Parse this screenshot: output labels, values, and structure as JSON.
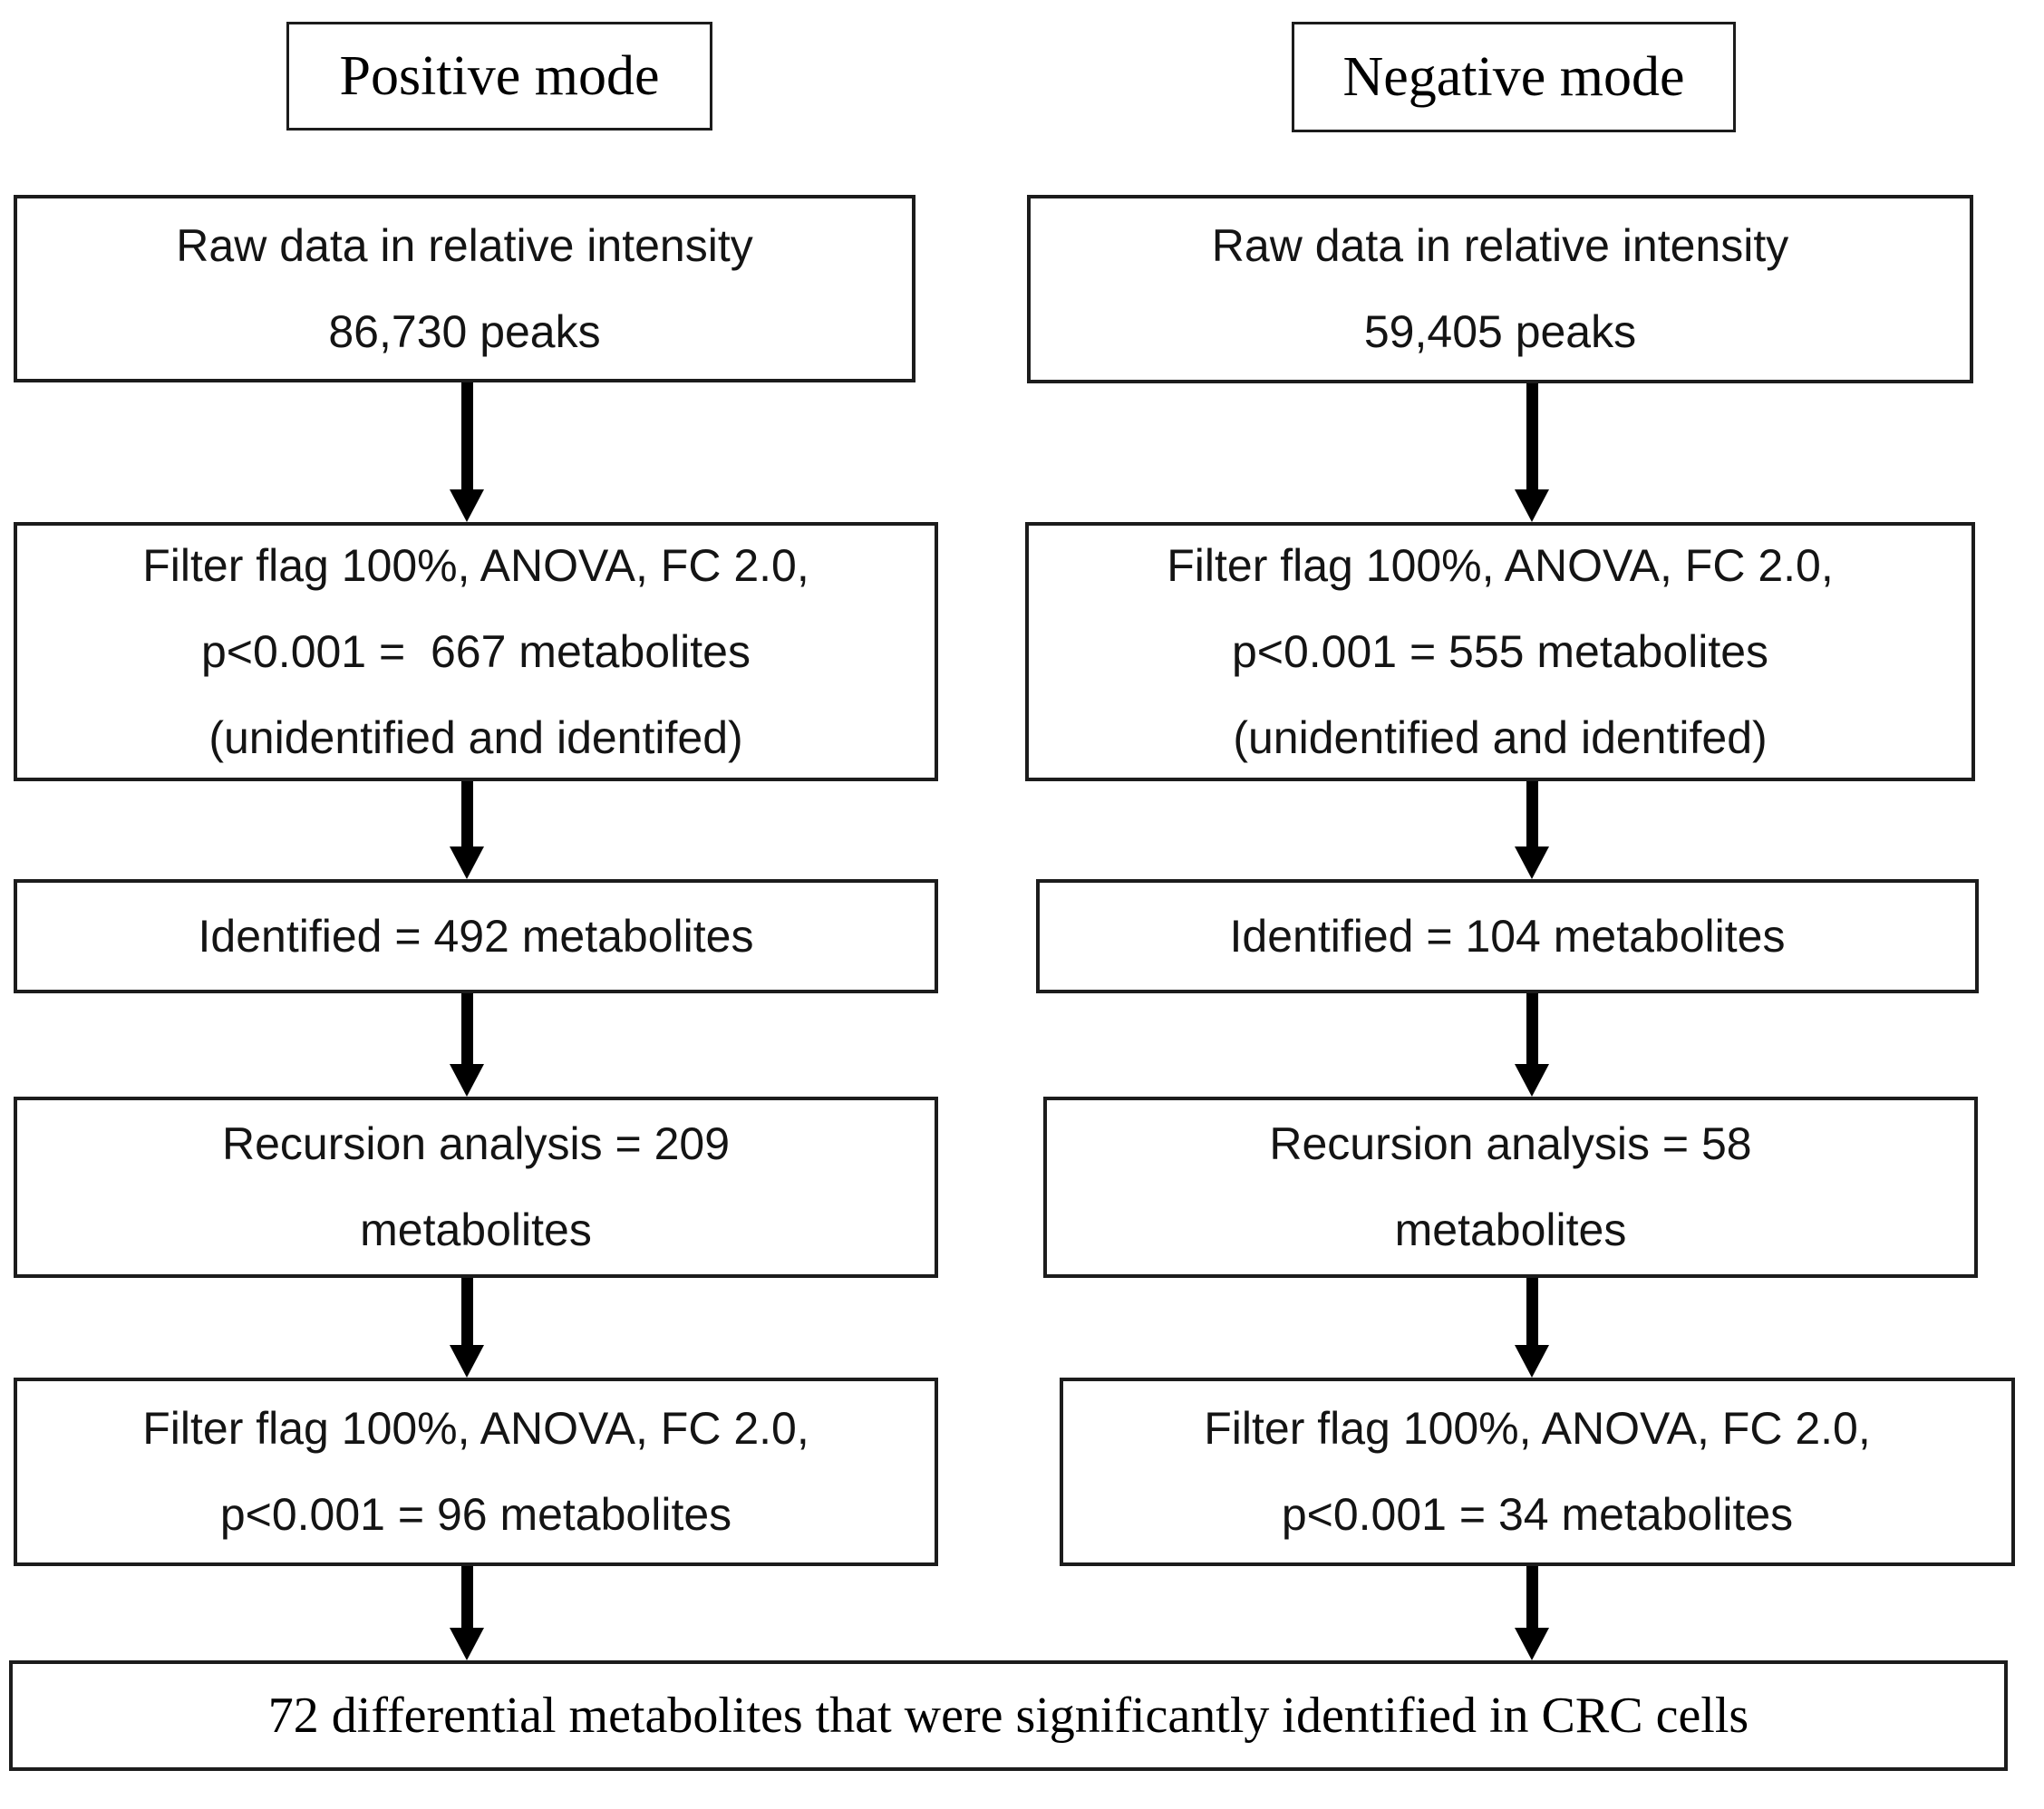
{
  "figure": {
    "title_hint": "Metabolite filtering flowchart",
    "colors": {
      "background": "#ffffff",
      "box_border": "#1c1c1c",
      "text": "#141414",
      "arrow": "#000000"
    },
    "columns": [
      {
        "id": "positive",
        "header": "Positive mode",
        "boxes": [
          {
            "lines": [
              "Raw data in relative intensity",
              "86,730 peaks"
            ]
          },
          {
            "lines": [
              "Filter flag 100%, ANOVA, FC 2.0,",
              "p<0.001 =  667 metabolites",
              "(unidentified and identifed)"
            ]
          },
          {
            "lines": [
              "Identified = 492 metabolites"
            ]
          },
          {
            "lines": [
              "Recursion analysis = 209",
              "metabolites"
            ]
          },
          {
            "lines": [
              "Filter flag 100%, ANOVA, FC 2.0,",
              "p<0.001 = 96 metabolites"
            ]
          }
        ]
      },
      {
        "id": "negative",
        "header": "Negative mode",
        "boxes": [
          {
            "lines": [
              "Raw data in relative intensity",
              "59,405 peaks"
            ]
          },
          {
            "lines": [
              "Filter flag 100%, ANOVA, FC 2.0,",
              "p<0.001 = 555 metabolites",
              "(unidentified and identifed)"
            ]
          },
          {
            "lines": [
              "Identified = 104 metabolites"
            ]
          },
          {
            "lines": [
              "Recursion analysis = 58",
              "metabolites"
            ]
          },
          {
            "lines": [
              "Filter flag 100%, ANOVA, FC 2.0,",
              "p<0.001 = 34 metabolites"
            ]
          }
        ]
      }
    ],
    "footer": "72 differential metabolites that were significantly identified in CRC cells"
  }
}
